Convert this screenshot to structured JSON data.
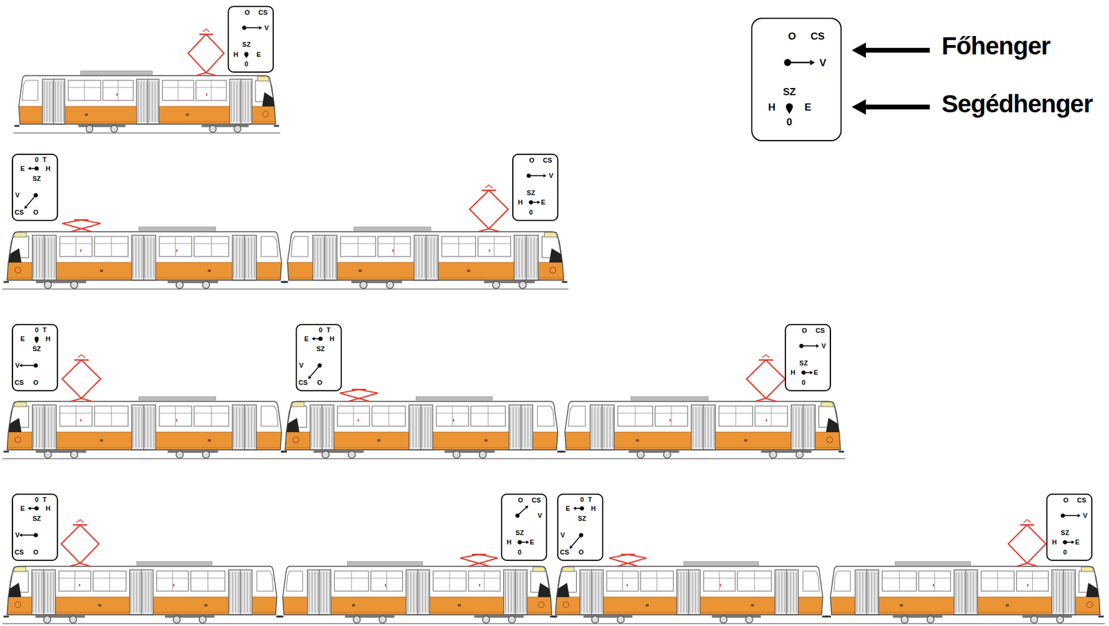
{
  "diagram": {
    "nodes": [
      {
        "text": [
          "O",
          "CS",
          "V",
          "SZ",
          "H",
          "E",
          "0"
        ]
      },
      {
        "text": [
          "O",
          "CS",
          "V",
          "SZ",
          "H",
          "E",
          "0"
        ]
      },
      {
        "text": [
          "0",
          "T",
          "E",
          "H",
          "SZ",
          "V",
          "CS",
          "O"
        ]
      },
      {
        "text": [
          "O",
          "CS",
          "V",
          "SZ",
          "H",
          "E",
          "0"
        ]
      },
      {
        "text": [
          "0",
          "T",
          "E",
          "H",
          "SZ",
          "V",
          "CS",
          "O"
        ]
      },
      {
        "text": [
          "0",
          "T",
          "E",
          "H",
          "SZ",
          "V",
          "CS",
          "O"
        ]
      },
      {
        "text": [
          "O",
          "CS",
          "V",
          "SZ",
          "H",
          "E",
          "0"
        ]
      },
      {
        "text": [
          "0",
          "T",
          "E",
          "H",
          "SZ",
          "V",
          "CS",
          "O"
        ]
      },
      {
        "text": [
          "O",
          "CS",
          "V",
          "SZ",
          "H",
          "E",
          "0"
        ]
      },
      {
        "text": [
          "0",
          "T",
          "E",
          "H",
          "SZ",
          "V",
          "CS",
          "O"
        ]
      },
      {
        "text": [
          "O",
          "CS",
          "V",
          "SZ",
          "H",
          "E",
          "0"
        ]
      }
    ],
    "labels": [
      "Főhenger",
      "Segédhenger"
    ]
  }
}
